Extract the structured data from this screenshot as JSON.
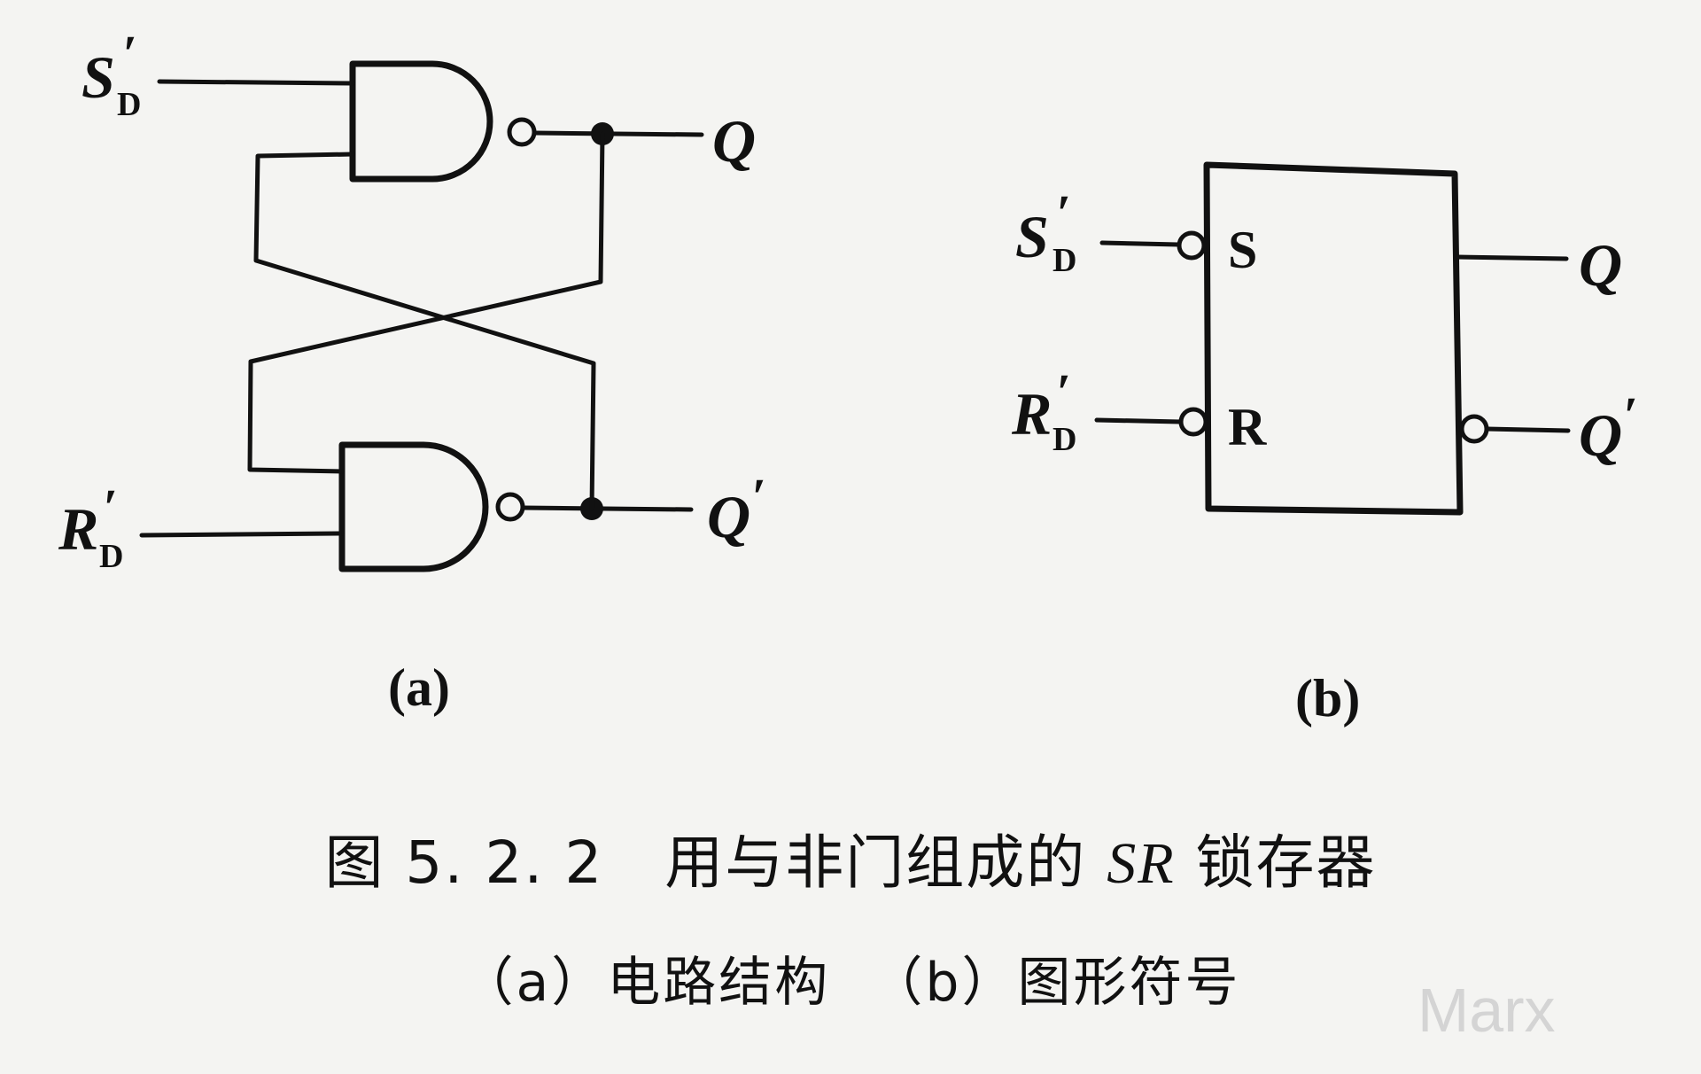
{
  "diagram_a": {
    "inputs": {
      "s": {
        "main": "S",
        "prime": "′",
        "sub": "D"
      },
      "r": {
        "main": "R",
        "prime": "′",
        "sub": "D"
      }
    },
    "outputs": {
      "q": {
        "main": "Q",
        "prime": ""
      },
      "qn": {
        "main": "Q",
        "prime": "′"
      }
    },
    "panel_label": "(a)"
  },
  "diagram_b": {
    "inputs": {
      "s": {
        "main": "S",
        "prime": "′",
        "sub": "D"
      },
      "r": {
        "main": "R",
        "prime": "′",
        "sub": "D"
      }
    },
    "pins": {
      "s": "S",
      "r": "R"
    },
    "outputs": {
      "q": {
        "main": "Q",
        "prime": ""
      },
      "qn": {
        "main": "Q",
        "prime": "′"
      }
    },
    "panel_label": "(b)"
  },
  "caption": {
    "number": "图 5. 2. 2",
    "title_pre": "用与非门组成的",
    "title_var": "SR",
    "title_post": "锁存器",
    "sub_a": "（a）电路结构",
    "sub_b": "（b）图形符号"
  },
  "watermark": "Marx"
}
